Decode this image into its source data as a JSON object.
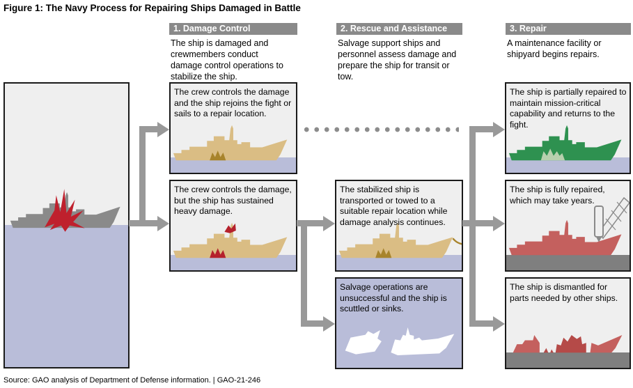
{
  "title": "Figure 1: The Navy Process for Repairing Ships Damaged in Battle",
  "source_note": "Source: GAO analysis of Department of Defense information.  |  GAO-21-246",
  "columns": [
    {
      "label": "1. Damage Control",
      "description": "The ship is damaged and crewmembers conduct damage control operations to stabilize the ship."
    },
    {
      "label": "2. Rescue and Assistance",
      "description": "Salvage support ships and personnel assess damage and prepare the ship for transit or tow."
    },
    {
      "label": "3. Repair",
      "description": "A maintenance facility or shipyard begins repairs."
    }
  ],
  "nodes": {
    "battle_scene": {
      "caption": ""
    },
    "dc_top": {
      "text": "The crew controls the damage and the ship rejoins the fight or sails to a repair location."
    },
    "dc_bottom": {
      "text": "The crew controls the damage, but the ship has sustained heavy damage."
    },
    "rescue_tow": {
      "text": "The stabilized ship is transported or towed to a suitable repair location while damage analysis continues."
    },
    "rescue_scuttle": {
      "text": "Salvage operations are unsuccessful and the ship is scuttled or sinks."
    },
    "repair_partial": {
      "text": "The ship is partially repaired to maintain mission-critical capability and returns to the fight."
    },
    "repair_full": {
      "text": "The ship is fully repaired, which may take years."
    },
    "repair_dismantle": {
      "text": "The ship is dismantled for parts needed by other ships."
    }
  },
  "colors": {
    "header_bar": "#8a8a8a",
    "arrow_gray": "#999999",
    "sky_gray": "#efefef",
    "water_blue": "#b9bdd9",
    "dock_gray": "#7f7f7f",
    "ship_gray": "#8a8a8a",
    "explosion_red": "#bf202d",
    "ship_tan": "#dabd84",
    "damage_dark_tan": "#a8842c",
    "damage_red": "#b5212c",
    "ship_green": "#2e9150",
    "repair_patch_green": "#b7d0ae",
    "ship_red": "#c4605e",
    "ship_red_dark": "#b54a48",
    "scuttled_white": "#ffffff"
  }
}
